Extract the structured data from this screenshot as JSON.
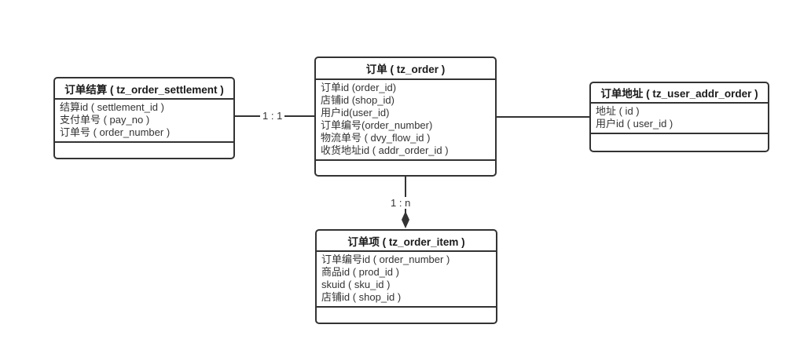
{
  "diagram": {
    "entities": [
      {
        "key": "tz_order_settlement",
        "title": "订单结算 ( tz_order_settlement )",
        "fields": [
          "结算id ( settlement_id )",
          "支付单号 ( pay_no )",
          "订单号 ( order_number )"
        ]
      },
      {
        "key": "tz_order",
        "title": "订单 ( tz_order )",
        "fields": [
          "订单id (order_id)",
          "店铺id (shop_id)",
          "用户id(user_id)",
          "订单编号(order_number)",
          "物流单号 ( dvy_flow_id )",
          "收货地址id ( addr_order_id )"
        ]
      },
      {
        "key": "tz_user_addr_order",
        "title": "订单地址 ( tz_user_addr_order )",
        "fields": [
          "地址 ( id )",
          "用户id ( user_id )"
        ]
      },
      {
        "key": "tz_order_item",
        "title": "订单项 ( tz_order_item )",
        "fields": [
          "订单编号id ( order_number )",
          "商品id ( prod_id )",
          "skuid ( sku_id )",
          "店铺id ( shop_id )"
        ]
      }
    ],
    "relations": {
      "settlement_to_order": "1 : 1",
      "order_to_item": "1 : n"
    },
    "colors": {
      "line": "#333333",
      "text": "#333333",
      "background": "#ffffff"
    }
  }
}
